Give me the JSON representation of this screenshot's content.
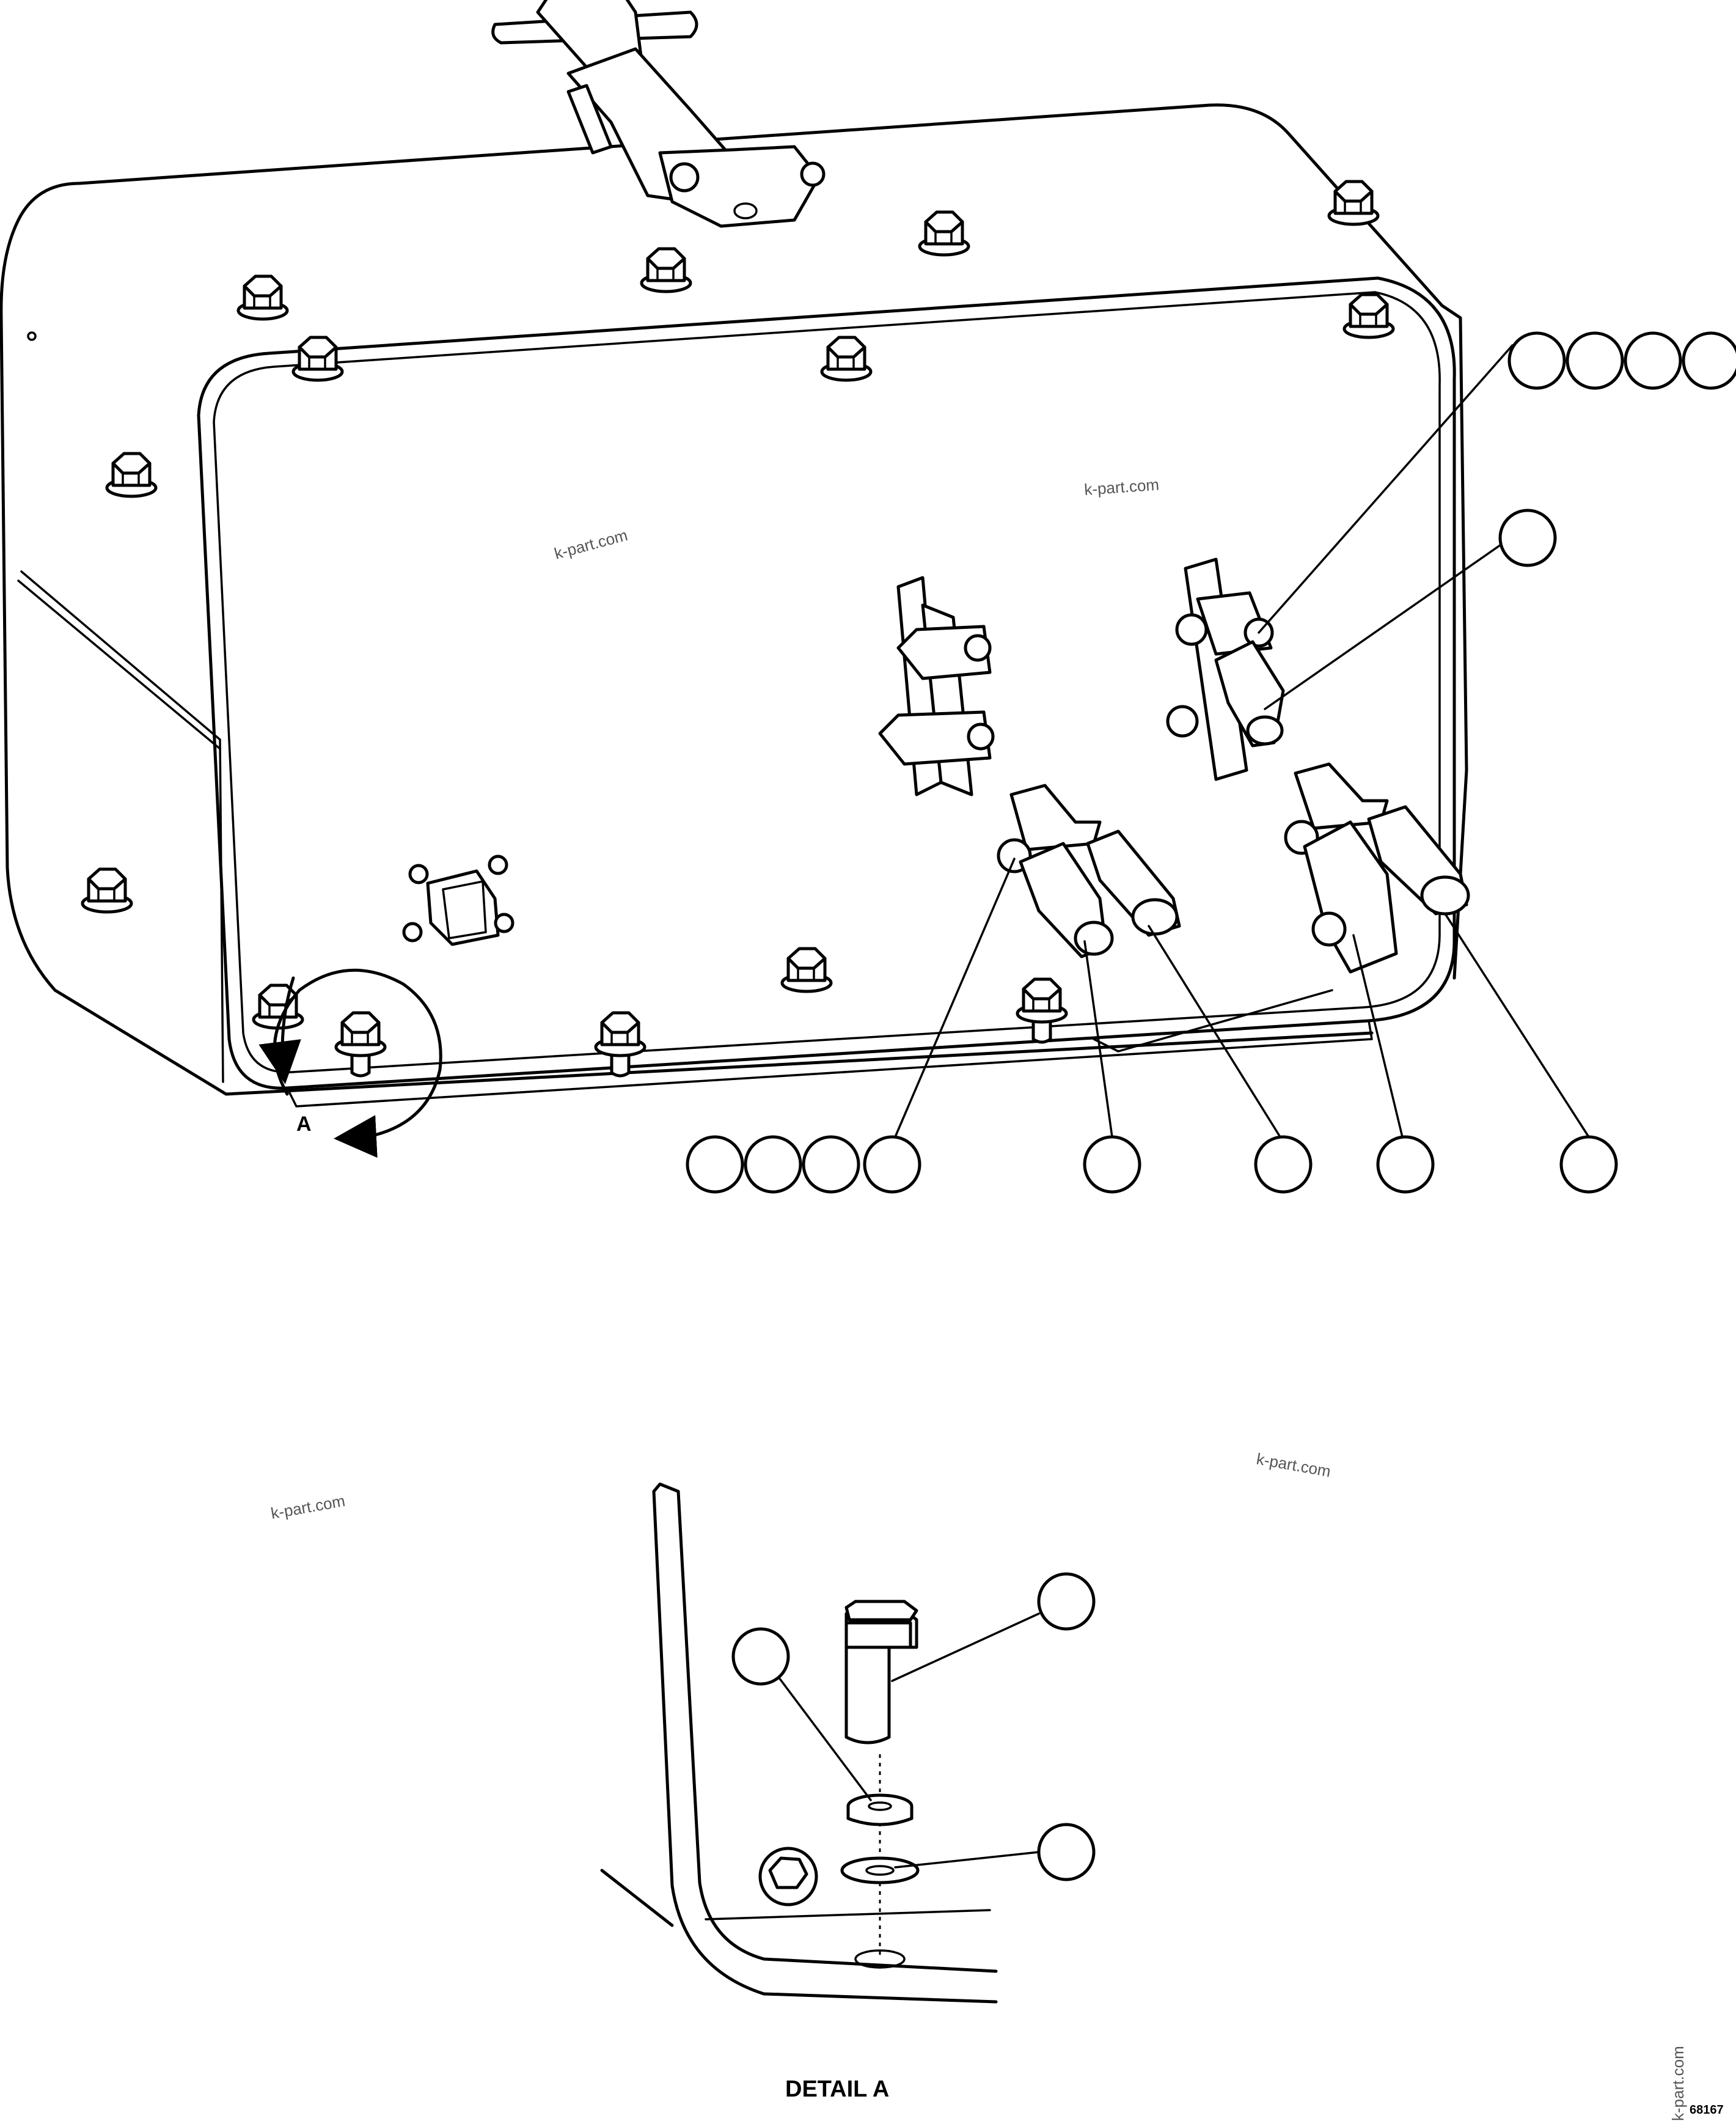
{
  "watermarks": [
    "k-part.com",
    "k-part.com",
    "k-part.com",
    "k-part.com",
    "k-part.com"
  ],
  "view_marker": "A",
  "detail_title": "DETAIL A",
  "drawing_number": "68167"
}
